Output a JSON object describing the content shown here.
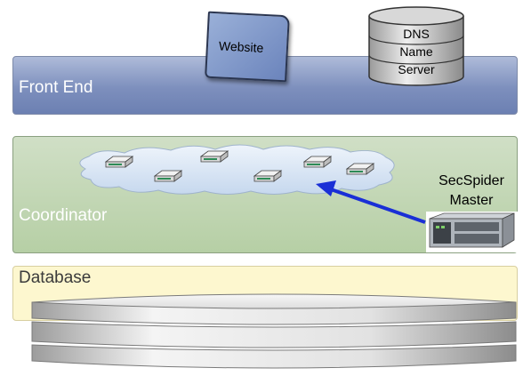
{
  "layers": {
    "front_end": "Front End",
    "coordinator": "Coordinator",
    "database": "Database"
  },
  "website": {
    "label": "Website"
  },
  "dns": {
    "line1": "DNS",
    "line2": "Name",
    "line3": "Server"
  },
  "secspider": {
    "line1": "SecSpider",
    "line2": "Master"
  },
  "colors": {
    "front_end": "#7d8fbd",
    "coordinator": "#b6cfa5",
    "database": "#fdf7cf",
    "arrow": "#1a2fd6"
  },
  "icons": [
    "website-icon",
    "dns-server-icon",
    "cloud-icon",
    "switch-icon",
    "server-icon",
    "arrow-icon",
    "disk-stack-icon"
  ]
}
